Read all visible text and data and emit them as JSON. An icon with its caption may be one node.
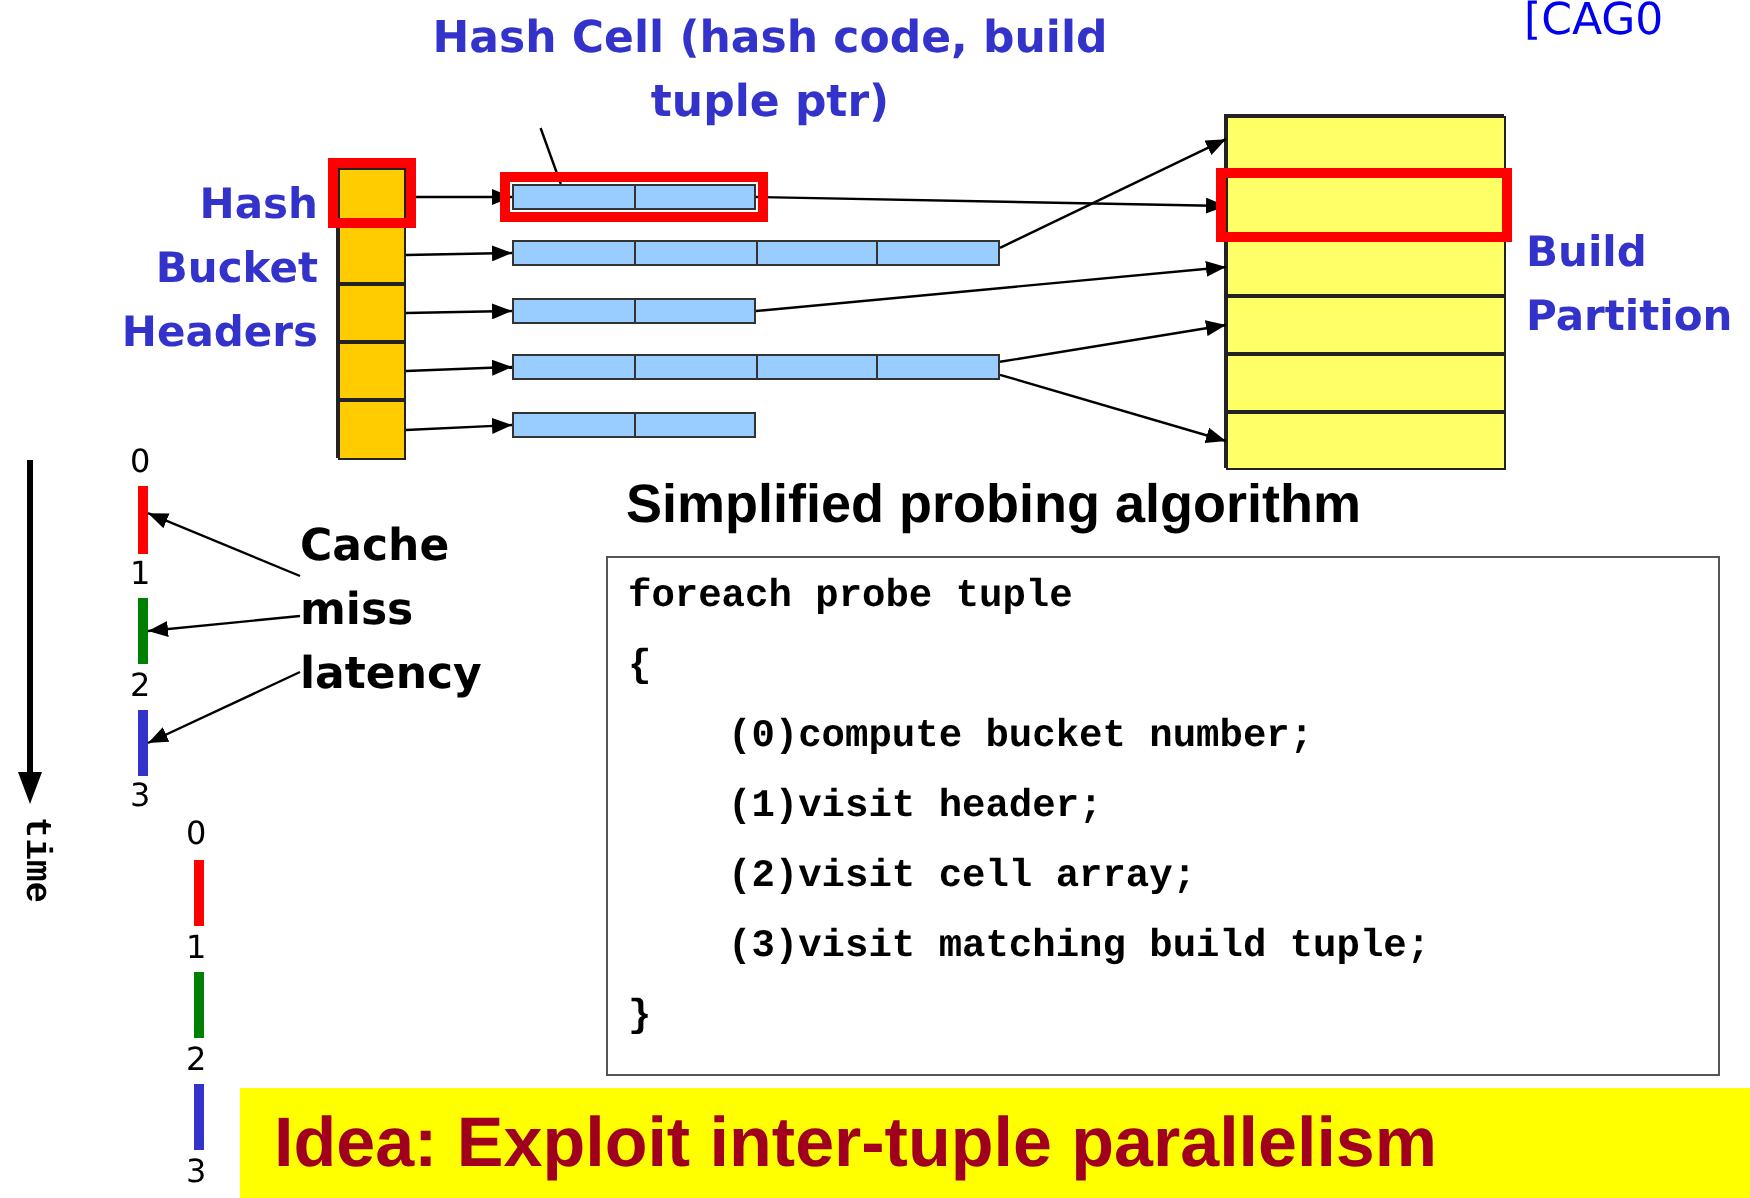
{
  "diagram": {
    "nodes": [
      {
        "text": [
          "Hash Bucket Headers"
        ]
      },
      {
        "text": [],
        "shape": "box",
        "in": 0
      },
      {
        "text": [],
        "shape": "box",
        "in": 0
      },
      {
        "text": [],
        "shape": "box",
        "in": 0
      },
      {
        "text": [],
        "shape": "box",
        "in": 0
      },
      {
        "text": [],
        "shape": "box",
        "in": 0
      },
      {
        "text": [],
        "shape": "bar"
      },
      {
        "text": [],
        "shape": "bar"
      },
      {
        "text": [],
        "shape": "bar"
      },
      {
        "text": [],
        "shape": "bar"
      },
      {
        "text": [],
        "shape": "bar"
      },
      {
        "text": [
          "Hash Cell (hash code, build tuple ptr)"
        ]
      },
      {
        "text": [
          "Build Partition"
        ]
      },
      {
        "text": [],
        "shape": "box",
        "in": 12
      },
      {
        "text": [],
        "shape": "box",
        "in": 12
      },
      {
        "text": [],
        "shape": "box",
        "in": 12
      },
      {
        "text": [],
        "shape": "box",
        "in": 12
      },
      {
        "text": [],
        "shape": "box",
        "in": 12
      },
      {
        "text": [],
        "shape": "box",
        "in": 12
      },
      {
        "text": [
          "Cache miss latency"
        ]
      },
      {
        "text": [],
        "shape": "bar"
      },
      {
        "text": [],
        "shape": "bar"
      },
      {
        "text": [],
        "shape": "bar"
      },
      {
        "text": [
          "Simplified probing algorithm",
          "foreach probe tuple",
          "{",
          "(0)compute bucket number;",
          "(1)visit header;",
          "(2)visit cell array;",
          "(3)visit matching build tuple;",
          "}"
        ]
      },
      {
        "text": [
          "Idea: Exploit inter-tuple parallelism"
        ]
      }
    ],
    "edges": [
      {
        "from": 1,
        "to": 6,
        "arrow": "to"
      },
      {
        "from": 2,
        "to": 7,
        "arrow": "to"
      },
      {
        "from": 3,
        "to": 8,
        "arrow": "to"
      },
      {
        "from": 4,
        "to": 9,
        "arrow": "to"
      },
      {
        "from": 5,
        "to": 10,
        "arrow": "to"
      },
      {
        "from": 6,
        "to": 14,
        "arrow": "to"
      },
      {
        "from": 7,
        "to": 13,
        "arrow": "to"
      },
      {
        "from": 8,
        "to": 15,
        "arrow": "to"
      },
      {
        "from": 9,
        "to": 16,
        "arrow": "to"
      },
      {
        "from": 9,
        "to": 18,
        "arrow": "to"
      },
      {
        "from": 11,
        "to": 6,
        "arrow": "none"
      },
      {
        "from": 19,
        "to": 20,
        "arrow": "to"
      },
      {
        "from": 19,
        "to": 21,
        "arrow": "to"
      },
      {
        "from": 19,
        "to": 22,
        "arrow": "to"
      }
    ],
    "labels": [
      "[CAG0",
      "time",
      "0",
      "1",
      "2",
      "3",
      "0",
      "1",
      "2",
      "3"
    ]
  }
}
